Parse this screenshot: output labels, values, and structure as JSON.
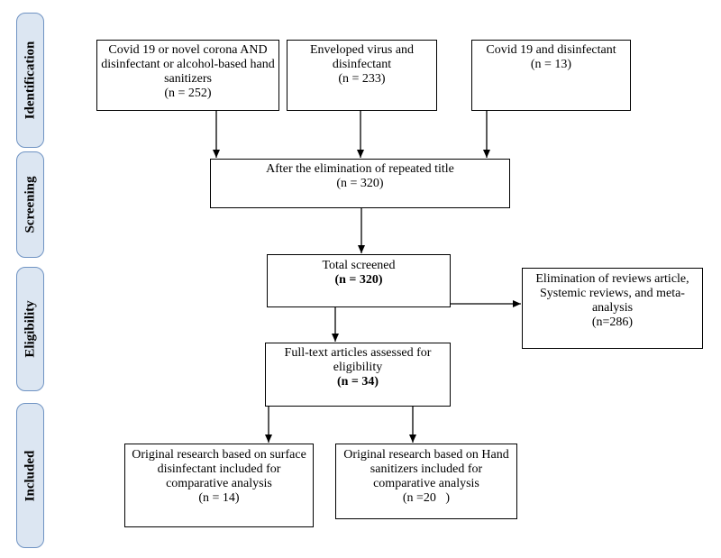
{
  "stages": {
    "identification": "Identification",
    "screening": "Screening",
    "eligibility": "Eligibility",
    "included": "Included"
  },
  "boxes": {
    "search1": {
      "text": "Covid 19 or novel corona AND disinfectant or alcohol-based hand sanitizers",
      "n": "(n = 252)"
    },
    "search2": {
      "text": "Enveloped virus and disinfectant",
      "n": "(n = 233)"
    },
    "search3": {
      "text": "Covid 19 and disinfectant",
      "n": "(n = 13)"
    },
    "dedup": {
      "text": "After the elimination of repeated title",
      "n": "(n = 320)"
    },
    "screened": {
      "text": "Total screened",
      "n": "(n = 320)"
    },
    "excluded": {
      "text": "Elimination of reviews article, Systemic reviews, and meta-analysis",
      "n": "(n=286)"
    },
    "fulltext": {
      "text": "Full-text articles assessed for eligibility",
      "n": "(n = 34)"
    },
    "surface": {
      "text": "Original research based on surface disinfectant included for comparative analysis",
      "n": "(n = 14)"
    },
    "hand": {
      "text": "Original research based on Hand sanitizers included for comparative analysis",
      "n": "(n =20   )"
    }
  }
}
